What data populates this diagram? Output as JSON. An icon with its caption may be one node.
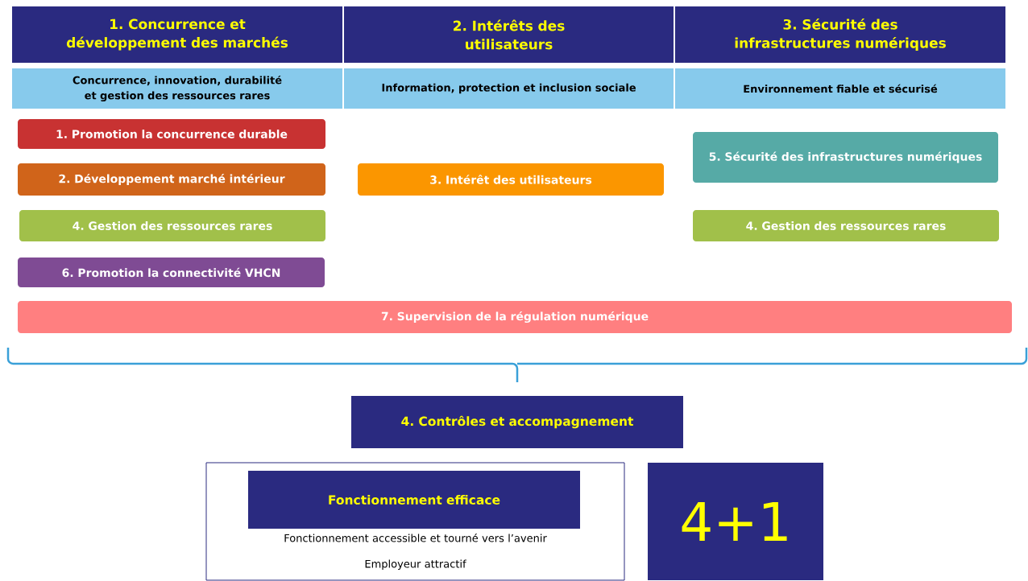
{
  "diagram": {
    "nodes": [
      {
        "text": [
          "1. Concurrence et développement des marchés"
        ]
      },
      {
        "text": [
          "2. Intérêts des utilisateurs"
        ]
      },
      {
        "text": [
          "3. Sécurité des infrastructures numériques"
        ]
      },
      {
        "text": [
          "Concurrence, innovation, durabilité et gestion des ressources rares"
        ]
      },
      {
        "text": [
          "Information, protection et inclusion sociale"
        ]
      },
      {
        "text": [
          "Environnement fiable et sécurisé"
        ]
      },
      {
        "text": [
          "1. Promotion la concurrence durable"
        ]
      },
      {
        "text": [
          "2. Développement marché intérieur"
        ]
      },
      {
        "text": [
          "4. Gestion des ressources rares"
        ]
      },
      {
        "text": [
          "6. Promotion la connectivité VHCN"
        ]
      },
      {
        "text": [
          "3. Intérêt des utilisateurs"
        ]
      },
      {
        "text": [
          "5. Sécurité des infrastructures numériques"
        ]
      },
      {
        "text": [
          "4. Gestion des ressources rares"
        ]
      },
      {
        "text": [
          "7. Supervision de la régulation numérique"
        ]
      },
      {
        "text": [
          "4. Contrôles et accompagnement"
        ]
      },
      {
        "text": [
          "Fonctionnement accessible et tourné vers l’avenir",
          "Employeur attractif"
        ]
      },
      {
        "text": [
          "Fonctionnement efficace"
        ],
        "in": 15
      },
      {
        "text": [
          "4+1"
        ]
      }
    ]
  }
}
